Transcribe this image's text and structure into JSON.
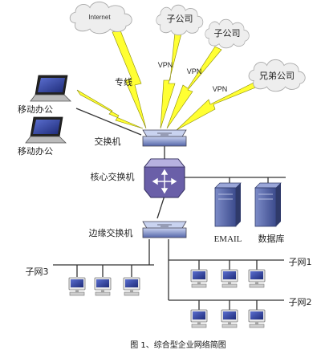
{
  "clouds": {
    "internet": "Internet",
    "subsidiary_1": "子公司",
    "subsidiary_2": "子公司",
    "sibling_company": "兄弟公司"
  },
  "links": {
    "dedicated_line": "专线",
    "vpn_1": "VPN",
    "vpn_2": "VPN",
    "vpn_3": "VPN"
  },
  "devices": {
    "mobile_office_1": "移动办公",
    "mobile_office_2": "移动办公",
    "switch": "交换机",
    "core_switch": "核心交换机",
    "edge_switch": "边缘交换机",
    "email_server": "EMAIL",
    "database_server": "数据库"
  },
  "subnets": {
    "subnet_3": "子网3",
    "subnet_1": "子网1",
    "subnet_2": "子网2"
  },
  "caption": "图 1、综合型企业网络简图",
  "colors": {
    "cloud_fill": "#eeeeee",
    "lightning": "#ffff33",
    "switch_blue": "#5566aa",
    "core_purple": "#6a5fa8",
    "server_blue": "#4e5fa0"
  },
  "icons": [
    "cloud-icon",
    "lightning-icon",
    "laptop-icon",
    "switch-icon",
    "core-switch-icon",
    "server-icon",
    "desktop-icon"
  ]
}
